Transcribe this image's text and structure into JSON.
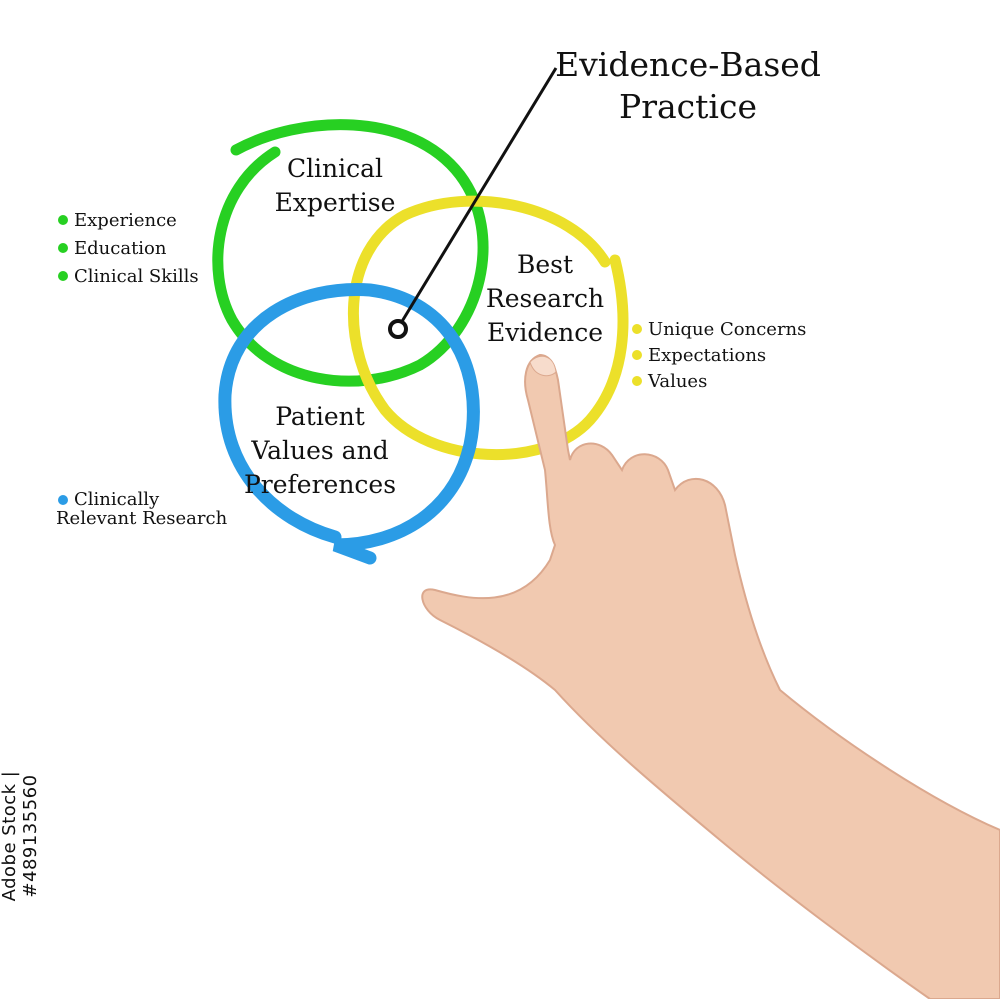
{
  "title": [
    "Evidence-Based",
    "Practice"
  ],
  "circles": {
    "clinical": {
      "label": [
        "Clinical",
        "Expertise"
      ],
      "color": "#27d022"
    },
    "research": {
      "label": [
        "Best",
        "Research",
        "Evidence"
      ],
      "color": "#ece02a"
    },
    "patient": {
      "label": [
        "Patient",
        "Values and",
        "Preferences"
      ],
      "color": "#2b9ce6"
    }
  },
  "clinical_items": [
    "Experience",
    "Education",
    "Clinical Skills"
  ],
  "research_items": [
    "Unique Concerns",
    "Expectations",
    "Values"
  ],
  "patient_item": [
    "Clinically",
    "Relevant Research"
  ],
  "stock_id": "Adobe Stock | #489135560",
  "colors": {
    "green": "#27d022",
    "yellow": "#ece02a",
    "blue": "#2b9ce6",
    "skin": "#f1c9b0"
  },
  "hand": "pointing-hand"
}
